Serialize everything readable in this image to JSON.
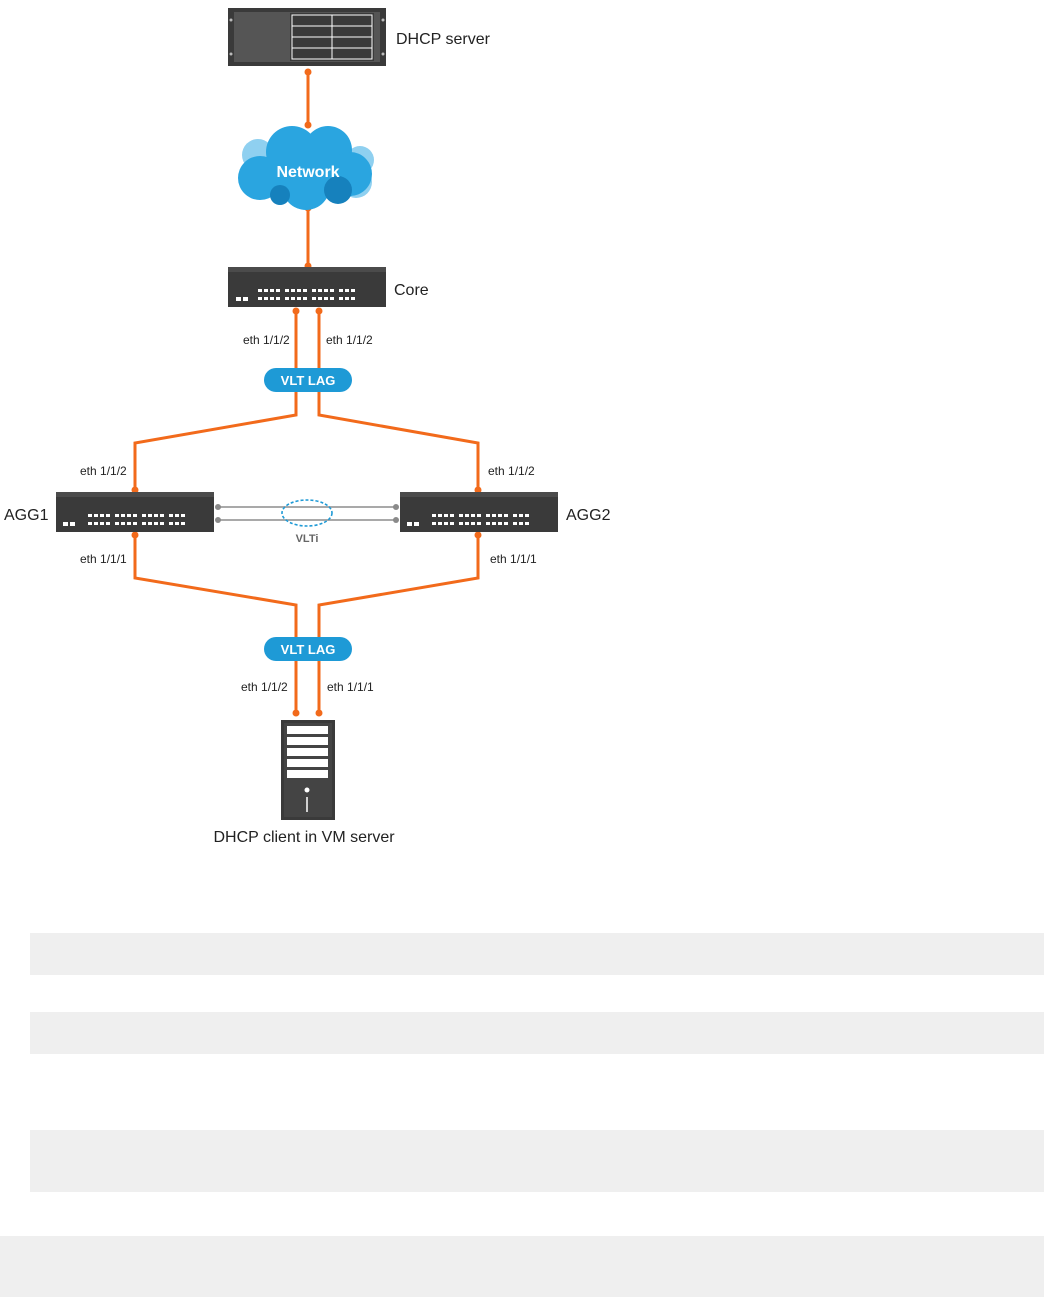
{
  "nodes": {
    "dhcp_server": "DHCP server",
    "network": "Network",
    "core": "Core",
    "agg1": "AGG1",
    "agg2": "AGG2",
    "client": "DHCP client in VM server"
  },
  "links": {
    "core_left_port": "eth 1/1/2",
    "core_right_port": "eth 1/1/2",
    "upper_lag": "VLT LAG",
    "agg1_up_port": "eth 1/1/2",
    "agg2_up_port": "eth 1/1/2",
    "agg1_down_port": "eth 1/1/1",
    "agg2_down_port": "eth 1/1/1",
    "vlti": "VLTi",
    "lower_lag": "VLT LAG",
    "client_left_port": "eth 1/1/2",
    "client_right_port": "eth 1/1/1"
  },
  "colors": {
    "link": "#f26a1b",
    "pill": "#1e9ad6",
    "device": "#3a3a3a",
    "cloud": "#2aa5e0"
  }
}
